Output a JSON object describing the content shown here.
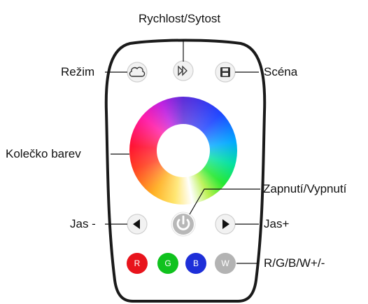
{
  "labels": {
    "speed_saturation": "Rychlost/Sytost",
    "mode": "Režim",
    "scene": "Scéna",
    "color_wheel": "Kolečko barev",
    "power": "Zapnutí/Vypnutí",
    "brightness_down": "Jas -",
    "brightness_up": "Jas+",
    "rgbw": "R/G/B/W+/-"
  },
  "buttons": {
    "r": "R",
    "g": "G",
    "b": "B",
    "w": "W"
  },
  "colors": {
    "outline": "#1a1a1a",
    "button_fill": "#f2f2f2",
    "button_stroke": "#d0d0d0",
    "icon": "#333333",
    "power": "#b8b8b8",
    "red": "#e8141c",
    "green": "#10c21e",
    "blue": "#1e2fd8",
    "white": "#b3b3b3"
  },
  "icons": [
    "mode-icon",
    "speed-icon",
    "scene-icon",
    "color-wheel",
    "brightness-down-icon",
    "power-icon",
    "brightness-up-icon"
  ]
}
